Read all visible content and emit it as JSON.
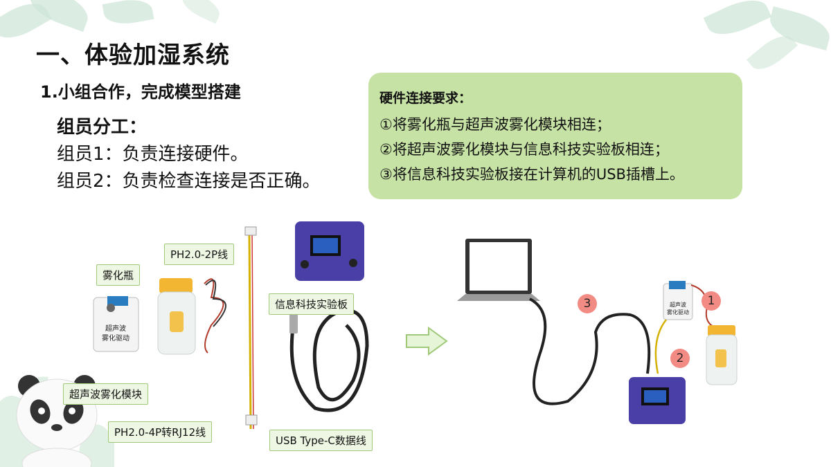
{
  "slide": {
    "title": "一、体验加湿系统",
    "subtitle": "1.小组合作，完成模型搭建",
    "roles": {
      "heading": "组员分工：",
      "member1": "组员1：负责连接硬件。",
      "member2": "组员2：负责检查连接是否正确。"
    },
    "requirements": {
      "heading": "硬件连接要求：",
      "items": [
        "①将雾化瓶与超声波雾化模块相连；",
        "②将超声波雾化模块与信息科技实验板相连；",
        "③将信息科技实验板接在计算机的USB插槽上。"
      ]
    },
    "components": {
      "ph20_2p": "PH2.0-2P线",
      "bottle": "雾化瓶",
      "board": "信息科技实验板",
      "module": "超声波雾化模块",
      "ph20_4p": "PH2.0-4P转RJ12线",
      "usb": "USB Type-C数据线"
    },
    "module_text": "超声波\n雾化驱动",
    "steps": [
      "1",
      "2",
      "3"
    ]
  },
  "colors": {
    "req_bg": "#c7e2a5",
    "label_border": "#9fc979",
    "step_circle": "#f28b84",
    "board_purple": "#4a3fa6",
    "arrow_fill": "#e6f5d8",
    "arrow_stroke": "#9fc979"
  }
}
